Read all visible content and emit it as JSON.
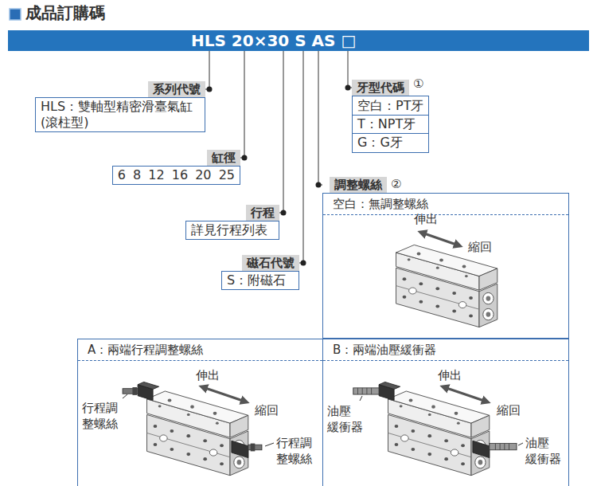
{
  "diagram": {
    "title": "成品訂購碼",
    "nodes": [
      {
        "text": [
          "HLS 20×30 S AS □"
        ]
      },
      {
        "text": [
          "系列代號",
          "HLS：雙軸型精密滑臺氣缸 (滾柱型)"
        ]
      },
      {
        "text": [
          "牙型代碼",
          "空白：PT牙",
          "T：NPT牙",
          "G：G牙"
        ]
      },
      {
        "text": [
          "缸徑",
          "6 8 12 16 20 25"
        ]
      },
      {
        "text": [
          "行程",
          "詳見行程列表"
        ]
      },
      {
        "text": [
          "磁石代號",
          "S：附磁石"
        ]
      },
      {
        "text": [
          "調整螺絲",
          "空白：無調整螺絲"
        ]
      },
      {
        "text": [
          "A：兩端行程調整螺絲"
        ]
      },
      {
        "text": [
          "B：兩端油壓緩衝器"
        ]
      }
    ],
    "edges": [
      {
        "from": 0,
        "to": 1,
        "arrow": "none"
      },
      {
        "from": 0,
        "to": 3,
        "arrow": "none"
      },
      {
        "from": 0,
        "to": 4,
        "arrow": "none"
      },
      {
        "from": 0,
        "to": 5,
        "arrow": "none"
      },
      {
        "from": 0,
        "to": 6,
        "arrow": "none"
      },
      {
        "from": 0,
        "to": 2,
        "arrow": "none"
      }
    ],
    "labels": [
      "①",
      "②",
      "伸出",
      "縮回",
      "行程調 整螺絲",
      "伸出",
      "縮回",
      "行程調 整螺絲",
      "油壓 緩衝器",
      "伸出",
      "縮回",
      "油壓 緩衝器"
    ]
  }
}
